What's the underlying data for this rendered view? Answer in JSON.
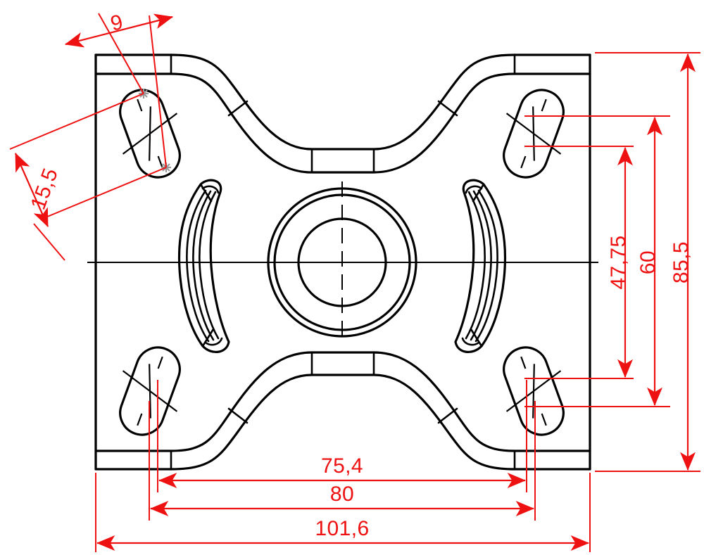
{
  "drawing": {
    "title": "Mounting Plate Technical Drawing",
    "type": "2D orthographic engineering drawing",
    "units": "mm",
    "decimal_separator": "comma",
    "colors": {
      "geometry": "#000000",
      "dimension": "#ee1111",
      "background": "#ffffff",
      "snap_marker": "#999999"
    }
  },
  "dimensions": {
    "slot_width": {
      "value": "9",
      "orientation": "diagonal-top-left",
      "describes": "width of upper-left oblong slot"
    },
    "slot_length": {
      "value": "15,5",
      "orientation": "diagonal-left-rotated",
      "describes": "length of upper-left oblong slot"
    },
    "vertical_inner": {
      "value": "47,75",
      "orientation": "vertical-right-rotated",
      "describes": "vertical spacing between inner slot references"
    },
    "vertical_middle": {
      "value": "60",
      "orientation": "vertical-right-rotated",
      "describes": "vertical spacing between outer slot references"
    },
    "vertical_overall": {
      "value": "85,5",
      "orientation": "vertical-right-rotated",
      "describes": "overall plate height"
    },
    "horizontal_inner": {
      "value": "75,4",
      "orientation": "horizontal-bottom",
      "describes": "inner hole spacing"
    },
    "horizontal_middle": {
      "value": "80",
      "orientation": "horizontal-bottom",
      "describes": "outer hole spacing"
    },
    "horizontal_overall": {
      "value": "101,6",
      "orientation": "horizontal-bottom",
      "describes": "overall plate width"
    }
  },
  "features": {
    "center_bore": {
      "name": "central bore with raised boss",
      "circle_count": 3
    },
    "corner_slots": {
      "name": "tilted oblong mounting slots",
      "count": 4
    },
    "arc_slots": {
      "name": "curved arc slots",
      "count": 2
    },
    "profile": {
      "name": "formed S-curve bent flanges top and bottom",
      "count": 2
    }
  }
}
